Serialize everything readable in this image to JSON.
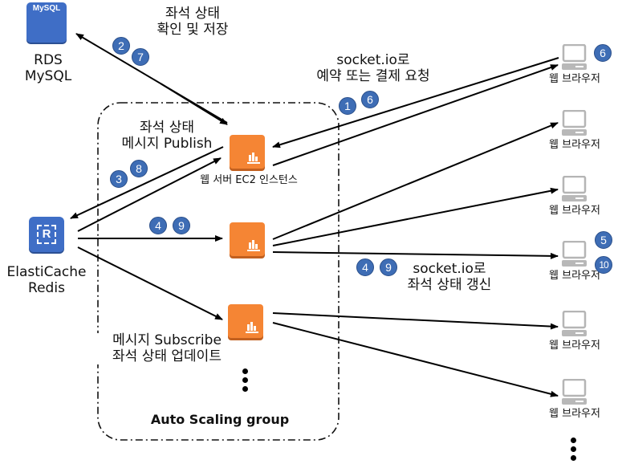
{
  "nodes": {
    "rds": {
      "icon_text": "MySQL",
      "label_line1": "RDS",
      "label_line2": "MySQL"
    },
    "redis": {
      "icon_text": "R",
      "label_line1": "ElastiCache",
      "label_line2": "Redis"
    },
    "ec2_label": "웹 서버 EC2 인스턴스",
    "group_label": "Auto Scaling group",
    "browser_label": "웹 브라우저"
  },
  "annotations": {
    "rds_note": {
      "line1": "좌석 상태",
      "line2": "확인 및 저장"
    },
    "publish_note": {
      "line1": "좌석 상태",
      "line2": "메시지 Publish"
    },
    "request_note": {
      "line1": "socket.io로",
      "line2": "예약 또는 결제 요청"
    },
    "update_note": {
      "line1": "socket.io로",
      "line2": "좌석 상태 갱신"
    },
    "subscribe_note": {
      "line1": "메시지 Subscribe",
      "line2": "좌석 상태 업데이트"
    }
  },
  "steps": {
    "s1": "1",
    "s2": "2",
    "s3": "3",
    "s4a": "4",
    "s4b": "4",
    "s5": "5",
    "s6a": "6",
    "s6b": "6",
    "s7": "7",
    "s8": "8",
    "s9a": "9",
    "s9b": "9",
    "s10": "10"
  },
  "colors": {
    "ec2_orange": "#f58534",
    "aws_blue": "#3f6ec6",
    "badge_blue": "#3e6db5",
    "browser_gray": "#b8b8b8"
  }
}
